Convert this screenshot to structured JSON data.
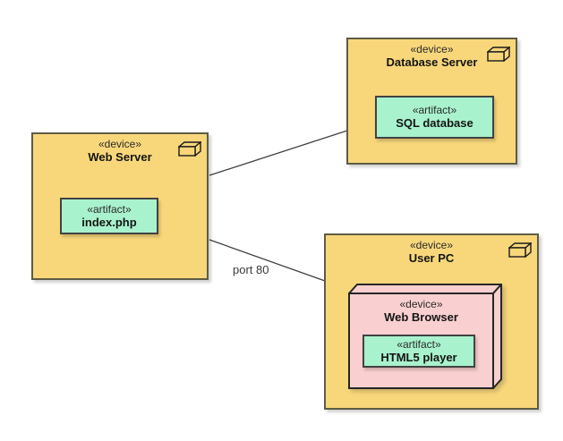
{
  "diagram": {
    "type": "uml-deployment-diagram",
    "background": "#ffffff",
    "colors": {
      "device_fill": "#F8D77B",
      "device_border": "#5d5c44",
      "artifact_fill": "#A8F2CD",
      "artifact_border": "#424242",
      "nested_device_fill": "#F9CFCF",
      "nested_device_border": "#262626",
      "connector": "#404040",
      "text": "#141414"
    },
    "icons": {
      "device_icon": "uml-3d-box-cuboid"
    },
    "nodes": {
      "web_server": {
        "stereotype": "«device»",
        "name": "Web Server",
        "artifact": {
          "stereotype": "«artifact»",
          "name": "index.php"
        }
      },
      "database_server": {
        "stereotype": "«device»",
        "name": "Database Server",
        "artifact": {
          "stereotype": "«artifact»",
          "name": "SQL database"
        }
      },
      "user_pc": {
        "stereotype": "«device»",
        "name": "User PC",
        "nested_device": {
          "stereotype": "«device»",
          "name": "Web Browser",
          "artifact": {
            "stereotype": "«artifact»",
            "name": "HTML5 player"
          }
        }
      }
    },
    "connections": [
      {
        "from": "Web Server",
        "to": "Database Server",
        "label": ""
      },
      {
        "from": "Web Server",
        "to": "User PC",
        "label": "port 80"
      }
    ]
  }
}
